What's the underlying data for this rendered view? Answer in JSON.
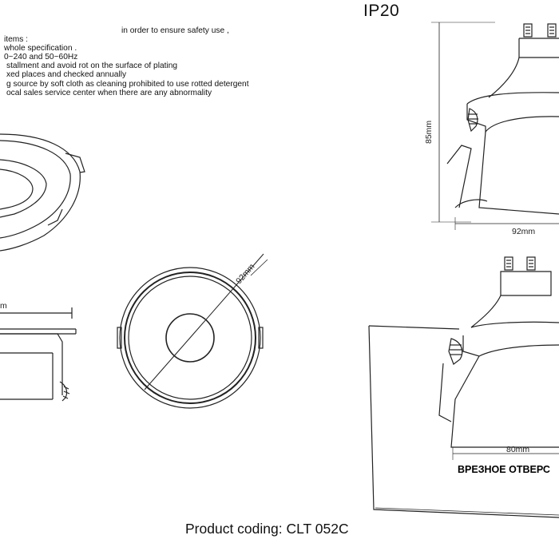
{
  "header": {
    "ip_rating": "IP20"
  },
  "notes": [
    "in order to ensure safety use ,",
    "items :",
    "whole specification .",
    "0~240 and 50~60Hz",
    "stallment and avoid rot on the surface of plating",
    "xed places and checked annually",
    "g source by soft cloth as cleaning prohibited to use rotted detergent",
    "ocal sales service center when there are any abnormality"
  ],
  "dimensions": {
    "height": "85mm",
    "width": "92mm",
    "diameter": "92mm",
    "cutout": "80mm",
    "side_partial": "m"
  },
  "cutout_label": "ВРЕЗНОЕ ОТВЕРС",
  "footer": {
    "product_coding": "Product coding: CLT 052C"
  }
}
